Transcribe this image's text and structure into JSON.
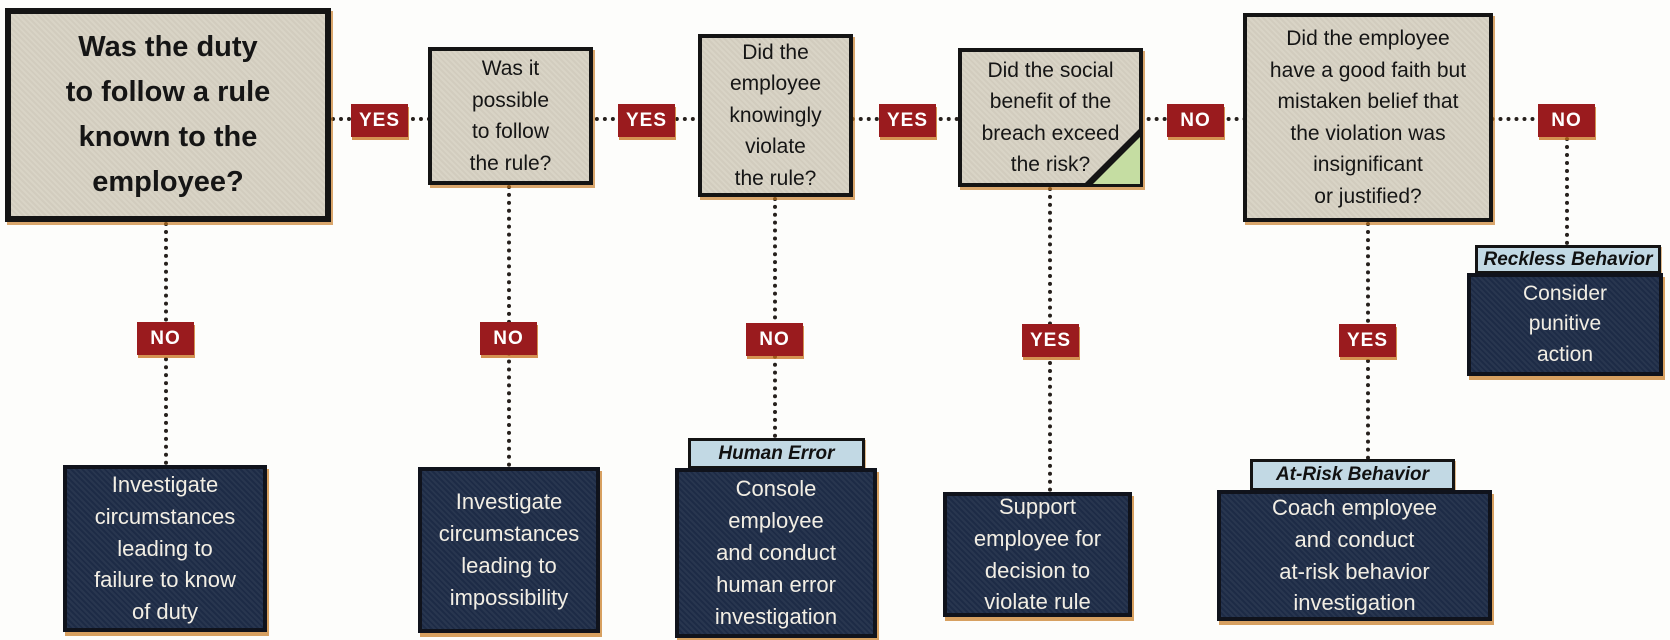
{
  "diagram": {
    "type": "decision-flowchart",
    "questions": [
      {
        "id": "duty-known",
        "text": "Was the duty\nto follow a rule\nknown to the\nemployee?"
      },
      {
        "id": "possible-follow",
        "text": "Was it\npossible\nto follow\nthe rule?"
      },
      {
        "id": "knowingly-violate",
        "text": "Did the\nemployee\nknowingly\nviolate\nthe rule?"
      },
      {
        "id": "social-benefit",
        "text": "Did the social\nbenefit of the\nbreach exceed\nthe risk?"
      },
      {
        "id": "good-faith",
        "text": "Did the employee\nhave a good faith but\nmistaken belief that\nthe violation was\ninsignificant\nor justified?"
      }
    ],
    "horizontal_connectors": [
      {
        "label": "YES"
      },
      {
        "label": "YES"
      },
      {
        "label": "YES"
      },
      {
        "label": "NO"
      },
      {
        "label": "NO"
      }
    ],
    "vertical_connectors": [
      {
        "label": "NO"
      },
      {
        "label": "NO"
      },
      {
        "label": "NO"
      },
      {
        "label": "YES"
      },
      {
        "label": "YES"
      }
    ],
    "outcomes": [
      {
        "id": "investigate-duty",
        "tag": "",
        "text": "Investigate\ncircumstances\nleading to\nfailure to know\nof duty"
      },
      {
        "id": "investigate-impossibility",
        "tag": "",
        "text": "Investigate\ncircumstances\nleading to\nimpossibility"
      },
      {
        "id": "console-employee",
        "tag": "Human Error",
        "text": "Console\nemployee\nand conduct\nhuman error\ninvestigation"
      },
      {
        "id": "support-employee",
        "tag": "",
        "text": "Support\nemployee for\ndecision to\nviolate rule"
      },
      {
        "id": "coach-employee",
        "tag": "At-Risk Behavior",
        "text": "Coach employee\nand conduct\nat-risk behavior\ninvestigation"
      },
      {
        "id": "punitive-action",
        "tag": "Reckless Behavior",
        "text": "Consider\npunitive\naction"
      }
    ],
    "colors": {
      "question_fill": "#d9d4c6",
      "outcome_fill": "#1d2b46",
      "badge_fill": "#9a1b1e",
      "tag_fill": "#c2d9e4",
      "corner_triangle": "#c5dda2",
      "border": "#141414",
      "connector_dots": "#26201c",
      "print_shadow": "#c6781e"
    }
  }
}
